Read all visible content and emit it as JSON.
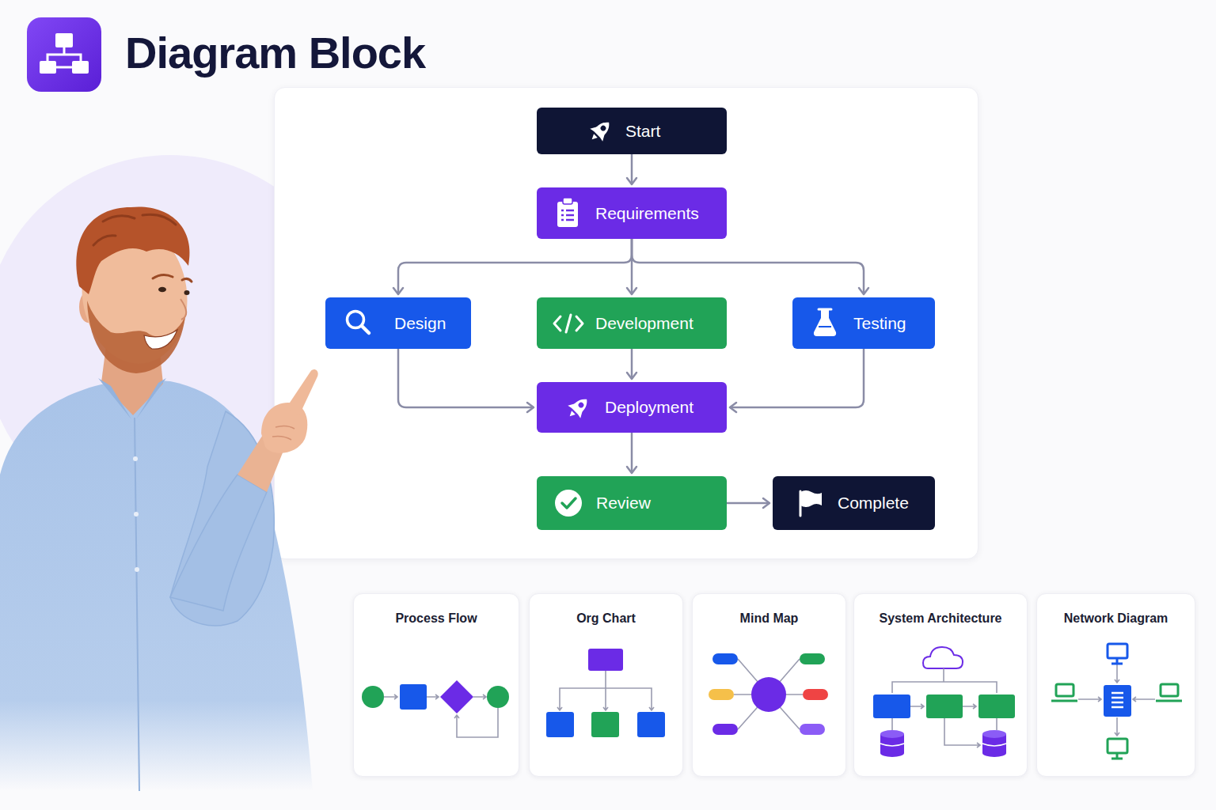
{
  "diagram": {
    "title": "Diagram Block",
    "nodes": [
      {
        "text": [
          "Start"
        ]
      },
      {
        "text": [
          "Requirements"
        ]
      },
      {
        "text": [
          "Design"
        ]
      },
      {
        "text": [
          "Development"
        ]
      },
      {
        "text": [
          "Testing"
        ]
      },
      {
        "text": [
          "Deployment"
        ]
      },
      {
        "text": [
          "Review"
        ]
      },
      {
        "text": [
          "Complete"
        ]
      },
      {
        "text": [
          "Process Flow"
        ]
      },
      {
        "text": [
          "Org Chart"
        ]
      },
      {
        "text": [
          "Mind Map"
        ]
      },
      {
        "text": [
          "System Architecture"
        ]
      },
      {
        "text": [
          "Network Diagram"
        ]
      }
    ],
    "edges": [
      {
        "from": 0,
        "to": 1,
        "arrow": "to"
      },
      {
        "from": 1,
        "to": 2,
        "arrow": "to"
      },
      {
        "from": 1,
        "to": 3,
        "arrow": "to"
      },
      {
        "from": 1,
        "to": 4,
        "arrow": "to"
      },
      {
        "from": 2,
        "to": 5,
        "arrow": "to"
      },
      {
        "from": 3,
        "to": 5,
        "arrow": "to"
      },
      {
        "from": 4,
        "to": 5,
        "arrow": "to"
      },
      {
        "from": 5,
        "to": 6,
        "arrow": "to"
      },
      {
        "from": 6,
        "to": 7,
        "arrow": "to"
      }
    ]
  }
}
